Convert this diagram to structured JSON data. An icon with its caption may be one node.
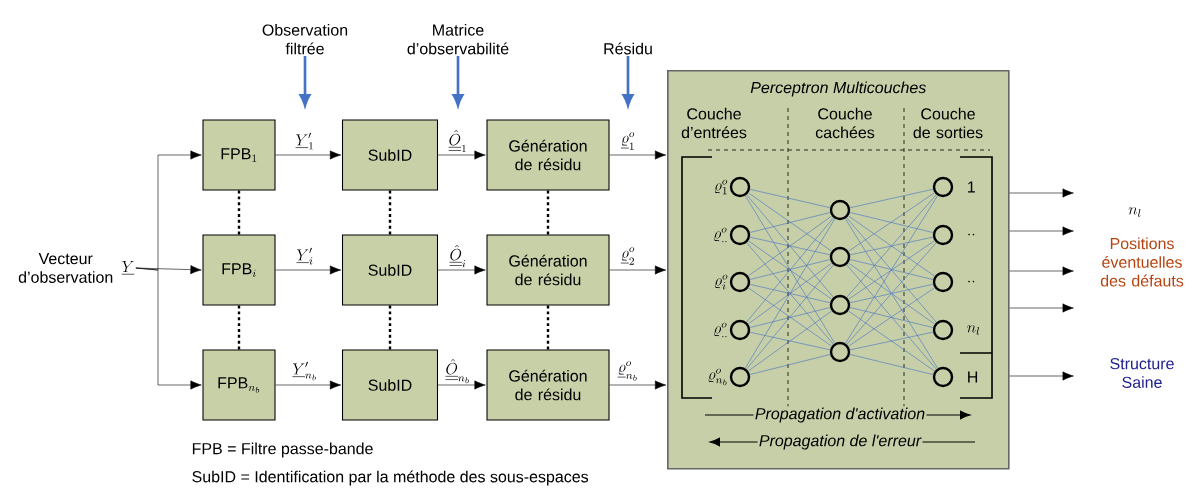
{
  "diagram": {
    "nodes": [
      {
        "text": [
          "Vecteur d’observation",
          "\\underline{Y}"
        ]
      },
      {
        "text": [
          "Observation filtrée"
        ]
      },
      {
        "text": [
          "Matrice d’observabilité"
        ]
      },
      {
        "text": [
          "Résidu"
        ]
      },
      {
        "text": [
          "\\text{FPB}_{1}"
        ]
      },
      {
        "text": [
          "SubID"
        ]
      },
      {
        "text": [
          "Génération de résidu"
        ]
      },
      {
        "text": [
          "\\text{FPB}_{i}"
        ]
      },
      {
        "text": [
          "SubID"
        ]
      },
      {
        "text": [
          "Génération de résidu"
        ]
      },
      {
        "text": [
          "\\text{FPB}_{n_b}"
        ]
      },
      {
        "text": [
          "SubID"
        ]
      },
      {
        "text": [
          "Génération de résidu"
        ]
      },
      {
        "text": [
          "Perceptron Multicouches"
        ]
      },
      {
        "text": [],
        "shape": "circle",
        "in": 13,
        "beside": [
          "\\varrho_{1}^{o}"
        ]
      },
      {
        "text": [],
        "shape": "circle",
        "in": 13,
        "beside": [
          "\\varrho_{..}^{o}"
        ]
      },
      {
        "text": [],
        "shape": "circle",
        "in": 13,
        "beside": [
          "\\varrho_{i}^{o}"
        ]
      },
      {
        "text": [],
        "shape": "circle",
        "in": 13,
        "beside": [
          "\\varrho_{..}^{o}"
        ]
      },
      {
        "text": [],
        "shape": "circle",
        "in": 13,
        "beside": [
          "\\varrho_{n_b}^{o}"
        ]
      },
      {
        "text": [],
        "shape": "circle",
        "in": 13
      },
      {
        "text": [],
        "shape": "circle",
        "in": 13
      },
      {
        "text": [],
        "shape": "circle",
        "in": 13
      },
      {
        "text": [],
        "shape": "circle",
        "in": 13
      },
      {
        "text": [],
        "shape": "circle",
        "in": 13,
        "beside": [
          "1"
        ]
      },
      {
        "text": [],
        "shape": "circle",
        "in": 13,
        "beside": [
          "\\cdot\\cdot"
        ]
      },
      {
        "text": [],
        "shape": "circle",
        "in": 13,
        "beside": [
          "\\cdot\\cdot"
        ]
      },
      {
        "text": [],
        "shape": "circle",
        "in": 13,
        "beside": [
          "n_{l}"
        ]
      },
      {
        "text": [],
        "shape": "circle",
        "in": 13,
        "beside": [
          "H"
        ]
      }
    ],
    "edges": [
      {
        "from": 0,
        "to": 4,
        "arrow": "to",
        "color": "#000000"
      },
      {
        "from": 0,
        "to": 7,
        "arrow": "to",
        "color": "#000000"
      },
      {
        "from": 0,
        "to": 10,
        "arrow": "to",
        "color": "#000000"
      },
      {
        "from": 4,
        "to": 5,
        "arrow": "to",
        "label": "\\underline{Y}'_{1}",
        "color": "#000000"
      },
      {
        "from": 5,
        "to": 6,
        "arrow": "to",
        "label": "\\underline{\\underline{\\hat{O}}}_{1}",
        "color": "#000000"
      },
      {
        "from": 6,
        "to": 13,
        "arrow": "to",
        "label": "\\underline{\\varrho}_{1}^{o}",
        "color": "#000000"
      },
      {
        "from": 7,
        "to": 8,
        "arrow": "to",
        "label": "\\underline{Y}'_{i}",
        "color": "#000000"
      },
      {
        "from": 8,
        "to": 9,
        "arrow": "to",
        "label": "\\underline{\\underline{\\hat{O}}}_{i}",
        "color": "#000000"
      },
      {
        "from": 9,
        "to": 13,
        "arrow": "to",
        "label": "\\underline{\\varrho}_{2}^{o}",
        "color": "#000000"
      },
      {
        "from": 10,
        "to": 11,
        "arrow": "to",
        "label": "\\underline{Y}'_{n_b}",
        "color": "#000000"
      },
      {
        "from": 11,
        "to": 12,
        "arrow": "to",
        "label": "\\underline{\\underline{\\hat{O}}}_{n_b}",
        "color": "#000000"
      },
      {
        "from": 12,
        "to": 13,
        "arrow": "to",
        "label": "\\underline{\\varrho}_{n_b}^{o}",
        "color": "#000000"
      },
      {
        "from": 1,
        "to": null,
        "arrow": "to",
        "style": "thick",
        "color": "#4472c4"
      },
      {
        "from": 2,
        "to": null,
        "arrow": "to",
        "style": "thick",
        "color": "#4472c4"
      },
      {
        "from": 3,
        "to": null,
        "arrow": "to",
        "style": "thick",
        "color": "#4472c4"
      },
      {
        "from": 4,
        "to": 7,
        "arrow": "none",
        "style": "dashed",
        "color": "#000000"
      },
      {
        "from": 7,
        "to": 10,
        "arrow": "none",
        "style": "dashed",
        "color": "#000000"
      },
      {
        "from": 5,
        "to": 8,
        "arrow": "none",
        "style": "dashed",
        "color": "#000000"
      },
      {
        "from": 8,
        "to": 11,
        "arrow": "none",
        "style": "dashed",
        "color": "#000000"
      },
      {
        "from": 6,
        "to": 9,
        "arrow": "none",
        "style": "dashed",
        "color": "#000000"
      },
      {
        "from": 9,
        "to": 12,
        "arrow": "none",
        "style": "dashed",
        "color": "#000000"
      },
      {
        "from": 13,
        "to": null,
        "arrow": "to",
        "color": "#000000"
      },
      {
        "from": 13,
        "to": null,
        "arrow": "to",
        "color": "#000000"
      },
      {
        "from": 13,
        "to": null,
        "arrow": "to",
        "color": "#000000"
      },
      {
        "from": 13,
        "to": null,
        "arrow": "to",
        "color": "#000000"
      },
      {
        "from": 13,
        "to": null,
        "arrow": "to",
        "color": "#000000"
      },
      {
        "from": 14,
        "to": 19,
        "arrow": "none",
        "color": "#4472c4"
      },
      {
        "from": 14,
        "to": 20,
        "arrow": "none",
        "color": "#4472c4"
      },
      {
        "from": 14,
        "to": 21,
        "arrow": "none",
        "color": "#4472c4"
      },
      {
        "from": 14,
        "to": 22,
        "arrow": "none",
        "color": "#4472c4"
      },
      {
        "from": 15,
        "to": 19,
        "arrow": "none",
        "color": "#4472c4"
      },
      {
        "from": 15,
        "to": 20,
        "arrow": "none",
        "color": "#4472c4"
      },
      {
        "from": 15,
        "to": 21,
        "arrow": "none",
        "color": "#4472c4"
      },
      {
        "from": 15,
        "to": 22,
        "arrow": "none",
        "color": "#4472c4"
      },
      {
        "from": 16,
        "to": 19,
        "arrow": "none",
        "color": "#4472c4"
      },
      {
        "from": 16,
        "to": 20,
        "arrow": "none",
        "color": "#4472c4"
      },
      {
        "from": 16,
        "to": 21,
        "arrow": "none",
        "color": "#4472c4"
      },
      {
        "from": 16,
        "to": 22,
        "arrow": "none",
        "color": "#4472c4"
      },
      {
        "from": 17,
        "to": 19,
        "arrow": "none",
        "color": "#4472c4"
      },
      {
        "from": 17,
        "to": 20,
        "arrow": "none",
        "color": "#4472c4"
      },
      {
        "from": 17,
        "to": 21,
        "arrow": "none",
        "color": "#4472c4"
      },
      {
        "from": 17,
        "to": 22,
        "arrow": "none",
        "color": "#4472c4"
      },
      {
        "from": 18,
        "to": 19,
        "arrow": "none",
        "color": "#4472c4"
      },
      {
        "from": 18,
        "to": 20,
        "arrow": "none",
        "color": "#4472c4"
      },
      {
        "from": 18,
        "to": 21,
        "arrow": "none",
        "color": "#4472c4"
      },
      {
        "from": 18,
        "to": 22,
        "arrow": "none",
        "color": "#4472c4"
      },
      {
        "from": 19,
        "to": 23,
        "arrow": "none",
        "color": "#4472c4"
      },
      {
        "from": 19,
        "to": 24,
        "arrow": "none",
        "color": "#4472c4"
      },
      {
        "from": 19,
        "to": 25,
        "arrow": "none",
        "color": "#4472c4"
      },
      {
        "from": 19,
        "to": 26,
        "arrow": "none",
        "color": "#4472c4"
      },
      {
        "from": 19,
        "to": 27,
        "arrow": "none",
        "color": "#4472c4"
      },
      {
        "from": 20,
        "to": 23,
        "arrow": "none",
        "color": "#4472c4"
      },
      {
        "from": 20,
        "to": 24,
        "arrow": "none",
        "color": "#4472c4"
      },
      {
        "from": 20,
        "to": 25,
        "arrow": "none",
        "color": "#4472c4"
      },
      {
        "from": 20,
        "to": 26,
        "arrow": "none",
        "color": "#4472c4"
      },
      {
        "from": 20,
        "to": 27,
        "arrow": "none",
        "color": "#4472c4"
      },
      {
        "from": 21,
        "to": 23,
        "arrow": "none",
        "color": "#4472c4"
      },
      {
        "from": 21,
        "to": 24,
        "arrow": "none",
        "color": "#4472c4"
      },
      {
        "from": 21,
        "to": 25,
        "arrow": "none",
        "color": "#4472c4"
      },
      {
        "from": 21,
        "to": 26,
        "arrow": "none",
        "color": "#4472c4"
      },
      {
        "from": 21,
        "to": 27,
        "arrow": "none",
        "color": "#4472c4"
      },
      {
        "from": 22,
        "to": 23,
        "arrow": "none",
        "color": "#4472c4"
      },
      {
        "from": 22,
        "to": 24,
        "arrow": "none",
        "color": "#4472c4"
      },
      {
        "from": 22,
        "to": 25,
        "arrow": "none",
        "color": "#4472c4"
      },
      {
        "from": 22,
        "to": 26,
        "arrow": "none",
        "color": "#4472c4"
      },
      {
        "from": 22,
        "to": 27,
        "arrow": "none",
        "color": "#4472c4"
      }
    ],
    "labels": [
      "Couche d’entrées",
      "Couche cachées",
      "Couche de sorties",
      "Propagation d'activation",
      "Propagation de l'erreur",
      "n_{l}",
      "Positions éventuelles des défauts",
      "Structure Saine",
      "FPB = Filtre passe-bande",
      "SubID = Identification par la méthode des sous-espaces"
    ]
  }
}
